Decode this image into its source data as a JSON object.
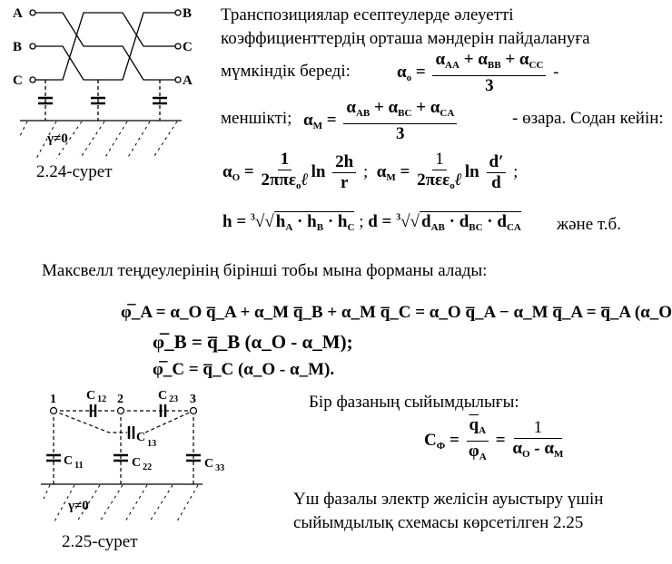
{
  "fig1": {
    "left_labels": [
      "A",
      "B",
      "C"
    ],
    "right_labels": [
      "B",
      "C",
      "A"
    ],
    "gamma": "γ≠0",
    "caption": "2.24-сурет"
  },
  "para1": {
    "line1": "Транспозициялар есептеулерде әлеуетті",
    "line2": "коэффициенттердің орташа мәндерін пайдалануға",
    "line3": "мүмкіндік береді:",
    "line4a": "меншікті;",
    "line4b": "- өзара. Содан кейін:",
    "tail": "және т.б."
  },
  "eq": {
    "alpha_o": "α",
    "o": "o",
    "eq": "=",
    "aAA": "α",
    "AA": "AA",
    "aBB": "α",
    "BB": "BB",
    "aCC": "α",
    "CC": "CC",
    "plus": "+",
    "three": "3",
    "dash": "-",
    "aM": "α",
    "M": "M",
    "AB": "AB",
    "BC": "BC",
    "CA": "CA",
    "O": "O",
    "one": "1",
    "den1": "2ππε",
    "ell": "ℓ",
    "ln": "ln",
    "twoh": "2h",
    "r": "r",
    "semi": ";",
    "den2": "2πεε",
    "dprime": "d′",
    "d": "d",
    "h": "h",
    "hA": "h",
    "A": "A",
    "hB": "h",
    "B": "B",
    "hC": "h",
    "C": "C",
    "cube": "3",
    "dot": "·"
  },
  "para2": "Максвелл теңдеулерінің бірінші тобы мына форманы алады:",
  "maxwell": {
    "line1": "φ̅_A = α_O q̅_A + α_M q̅_B + α_M q̅_C = α_O q̅_A − α_M q̅_A = q̅_A (α_O - α_M);",
    "line2": "φ̅_B = q̅_B (α_O - α_M);",
    "line3": "φ̅_C = q̅_C (α_O - α_M)."
  },
  "fig2": {
    "nodes": [
      "1",
      "2",
      "3"
    ],
    "c12": "C",
    "c12s": "12",
    "c23": "C",
    "c23s": "23",
    "c13": "C",
    "c13s": "13",
    "c11": "C",
    "c11s": "11",
    "c22": "C",
    "c22s": "22",
    "c33": "C",
    "c33s": "33",
    "gamma": "γ≠0",
    "caption": "2.25-сурет"
  },
  "capacity": {
    "title": "Бір фазаның сыйымдылығы:",
    "C": "C",
    "F": "Ф",
    "q": "q",
    "phi": "φ",
    "A": "A",
    "one": "1",
    "den": "α",
    "O": "O",
    "minus": "-",
    "M": "M"
  },
  "para3": {
    "line1": "Үш фазалы электр желісін ауыстыру үшін",
    "line2": "сыйымдылық схемасы көрсетілген 2.25"
  }
}
